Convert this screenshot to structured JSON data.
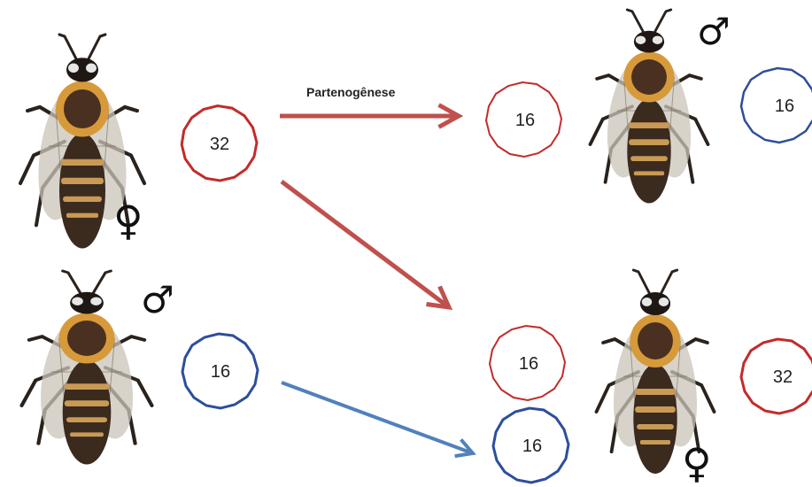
{
  "arrow_label": "Partenogênese",
  "colors": {
    "red": "#c0504d",
    "blue": "#4f81bd",
    "red_ring": "#c22b2b",
    "blue_ring": "#2d4e9c"
  },
  "parents": {
    "queen": {
      "chromosomes": "32",
      "sex_symbol": "♀",
      "sex": "female"
    },
    "drone": {
      "chromosomes": "16",
      "sex_symbol": "♂",
      "sex": "male"
    }
  },
  "offspring": {
    "drone": {
      "gamete": "16",
      "chromosomes": "16",
      "sex_symbol": "♂",
      "sex": "male"
    },
    "worker": {
      "gamete_from_queen": "16",
      "gamete_from_drone": "16",
      "chromosomes": "32",
      "sex_symbol": "♀",
      "sex": "female"
    }
  }
}
